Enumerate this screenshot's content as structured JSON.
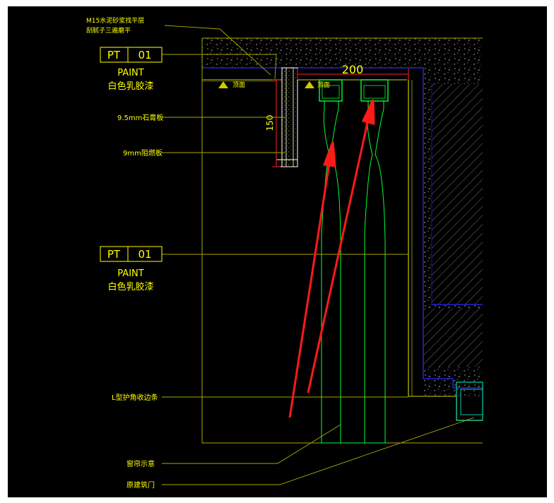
{
  "colors": {
    "background": "#000000",
    "annotation": "#ffff00",
    "gypsum_board": "#ffffff",
    "curtain_track": "#00ff33",
    "structure_edge": "#2a2aff",
    "hatch": "#cccccc",
    "arrow": "#ff1a1a",
    "wall": "#a8a800"
  },
  "labels": {
    "mortar_line1": "M15水泥砂浆找平层",
    "mortar_line2": "刮腻子三遍磨平",
    "gypsum": "9.5mm石膏板",
    "plywood": "9mm阻燃板",
    "l_trim": "L型护角收边条",
    "curtain": "窗帘示意",
    "window": "原建筑门",
    "ceiling_left": "顶面",
    "ceiling_right": "顶面"
  },
  "tags": [
    {
      "code": "PT",
      "num": "01",
      "name": "PAINT",
      "desc": "白色乳胶漆"
    },
    {
      "code": "PT",
      "num": "01",
      "name": "PAINT",
      "desc": "白色乳胶漆"
    }
  ],
  "dimensions": {
    "width": "200",
    "height": "150"
  }
}
